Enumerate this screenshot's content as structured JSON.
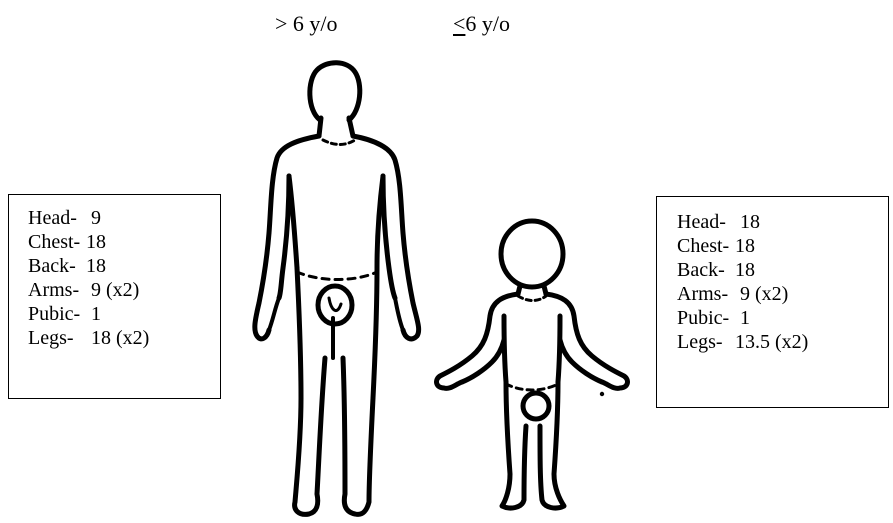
{
  "age_labels": {
    "adult": "> 6 y/o",
    "child_symbol": "<",
    "child_value": "6 y/o"
  },
  "adult_box": {
    "rows": [
      {
        "part": "Head-",
        "value": "9"
      },
      {
        "part": "Chest-",
        "value": "18"
      },
      {
        "part": "Back-",
        "value": "18"
      },
      {
        "part": "Arms-",
        "value": "9 (x2)"
      },
      {
        "part": "Pubic-",
        "value": "1"
      },
      {
        "part": "Legs-",
        "value": "18 (x2)"
      }
    ]
  },
  "child_box": {
    "rows": [
      {
        "part": "Head-",
        "value": "18"
      },
      {
        "part": "Chest-",
        "value": "18"
      },
      {
        "part": "Back-",
        "value": "18"
      },
      {
        "part": "Arms-",
        "value": "9 (x2)"
      },
      {
        "part": "Pubic-",
        "value": "1"
      },
      {
        "part": "Legs-",
        "value": "13.5 (x2)"
      }
    ]
  },
  "figures": {
    "adult": "adult-body-outline",
    "child": "child-body-outline"
  }
}
